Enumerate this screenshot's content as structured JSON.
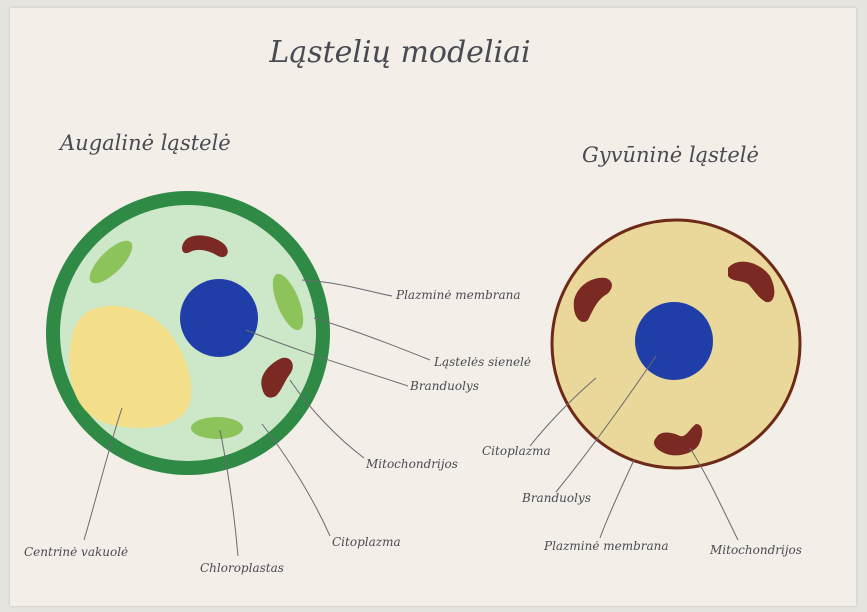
{
  "title": "Ląstelių modeliai",
  "plant": {
    "heading": "Augalinė ląstelė",
    "labels": {
      "plasma_membrane": "Plazminė membrana",
      "cell_wall": "Ląstelės sienelė",
      "nucleus": "Branduolys",
      "mitochondria": "Mitochondrijos",
      "vacuole": "Centrinė vakuolė",
      "chloroplast": "Chloroplastas",
      "cytoplasm": "Citoplazma"
    }
  },
  "animal": {
    "heading": "Gyvūninė ląstelė",
    "labels": {
      "cytoplasm": "Citoplazma",
      "nucleus": "Branduolys",
      "plasma_membrane": "Plazminė membrana",
      "mitochondria": "Mitochondrijos"
    }
  },
  "colors": {
    "cell_wall": "#2f8a46",
    "plant_cytoplasm": "#cde7c9",
    "vacuole": "#f3df8a",
    "nucleus": "#1f3ea8",
    "chloroplast": "#8cc35a",
    "mitochondria": "#7a2a22",
    "animal_cytoplasm": "#ead89a",
    "animal_membrane": "#6e2a18"
  }
}
